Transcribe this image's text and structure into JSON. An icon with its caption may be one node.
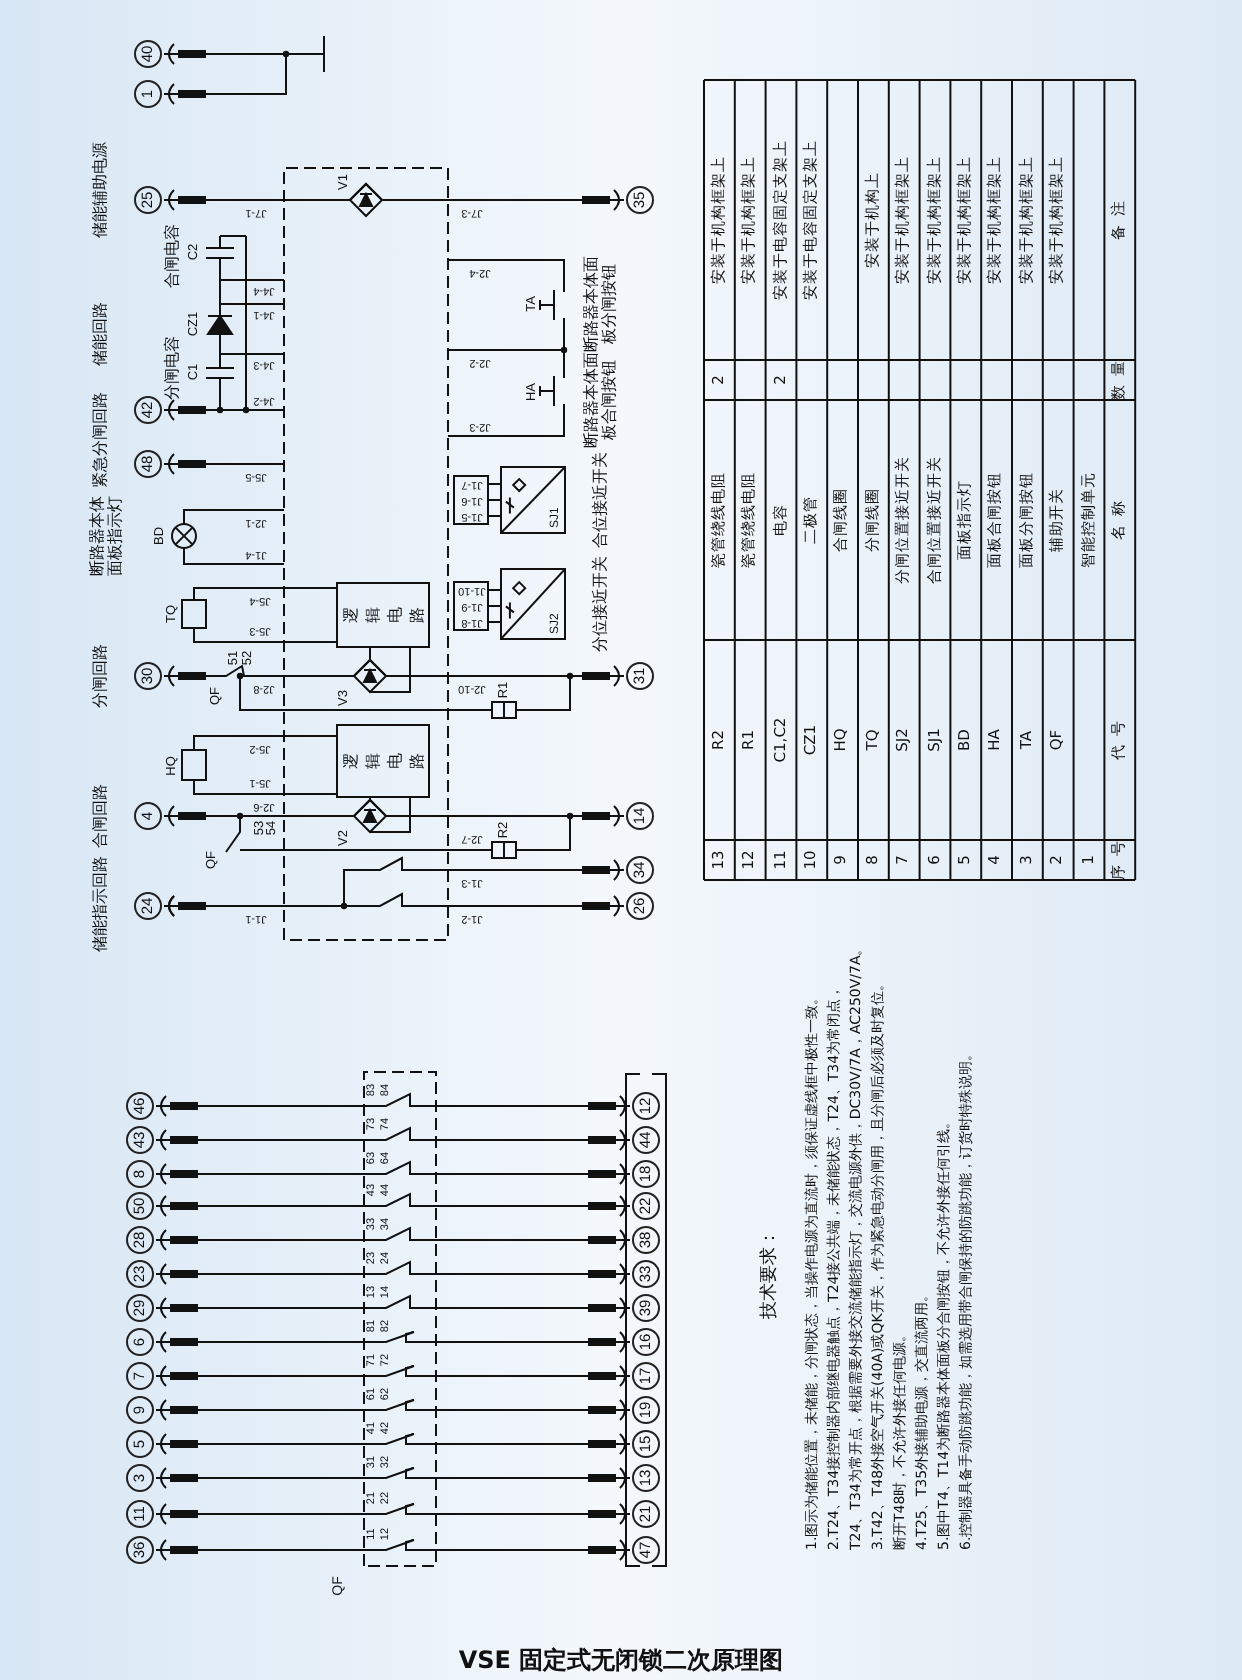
{
  "diagram": {
    "title": "VSE 固定式无闭锁二次原理图",
    "nodes": [
      {
        "text": [
          "40"
        ]
      },
      {
        "text": [
          "1"
        ]
      },
      {
        "text": [
          "25"
        ]
      },
      {
        "text": [
          "35"
        ]
      },
      {
        "text": [
          "42"
        ]
      },
      {
        "text": [
          "48"
        ]
      },
      {
        "text": [
          "SJ1"
        ]
      },
      {
        "text": [
          "逻辑电路"
        ]
      },
      {
        "text": [
          "SJ2"
        ]
      },
      {
        "text": [
          "30"
        ]
      },
      {
        "text": [
          "31"
        ]
      },
      {
        "text": [
          "逻辑电路"
        ]
      },
      {
        "text": [
          "4"
        ]
      },
      {
        "text": [
          "14"
        ]
      },
      {
        "text": [
          "34"
        ]
      },
      {
        "text": [
          "24"
        ]
      },
      {
        "text": [
          "26"
        ]
      },
      {
        "text": [
          "46"
        ]
      },
      {
        "text": [
          "12"
        ]
      },
      {
        "text": [
          "43"
        ]
      },
      {
        "text": [
          "44"
        ]
      },
      {
        "text": [
          "8"
        ]
      },
      {
        "text": [
          "18"
        ]
      },
      {
        "text": [
          "50"
        ]
      },
      {
        "text": [
          "22"
        ]
      },
      {
        "text": [
          "28"
        ]
      },
      {
        "text": [
          "38"
        ]
      },
      {
        "text": [
          "23"
        ]
      },
      {
        "text": [
          "33"
        ]
      },
      {
        "text": [
          "29"
        ]
      },
      {
        "text": [
          "39"
        ]
      },
      {
        "text": [
          "6"
        ]
      },
      {
        "text": [
          "16"
        ]
      },
      {
        "text": [
          "7"
        ]
      },
      {
        "text": [
          "17"
        ]
      },
      {
        "text": [
          "9"
        ]
      },
      {
        "text": [
          "19"
        ]
      },
      {
        "text": [
          "5"
        ]
      },
      {
        "text": [
          "15"
        ]
      },
      {
        "text": [
          "3"
        ]
      },
      {
        "text": [
          "13"
        ]
      },
      {
        "text": [
          "11"
        ]
      },
      {
        "text": [
          "21"
        ]
      },
      {
        "text": [
          "36"
        ]
      },
      {
        "text": [
          "47"
        ]
      }
    ],
    "edges": [
      {
        "from": 0,
        "to": 1,
        "arrow": "none"
      },
      {
        "from": 2,
        "to": 3,
        "arrow": "none"
      },
      {
        "from": 9,
        "to": 10,
        "arrow": "none"
      },
      {
        "from": 12,
        "to": 13,
        "arrow": "none"
      },
      {
        "from": 15,
        "to": 14,
        "arrow": "none"
      },
      {
        "from": 15,
        "to": 16,
        "arrow": "none"
      },
      {
        "from": 17,
        "to": 18,
        "arrow": "none"
      },
      {
        "from": 19,
        "to": 20,
        "arrow": "none"
      },
      {
        "from": 21,
        "to": 22,
        "arrow": "none"
      },
      {
        "from": 23,
        "to": 24,
        "arrow": "none"
      },
      {
        "from": 25,
        "to": 26,
        "arrow": "none"
      },
      {
        "from": 27,
        "to": 28,
        "arrow": "none"
      },
      {
        "from": 29,
        "to": 30,
        "arrow": "none"
      },
      {
        "from": 31,
        "to": 32,
        "arrow": "none"
      },
      {
        "from": 33,
        "to": 34,
        "arrow": "none"
      },
      {
        "from": 35,
        "to": 36,
        "arrow": "none"
      },
      {
        "from": 37,
        "to": 38,
        "arrow": "none"
      },
      {
        "from": 39,
        "to": 40,
        "arrow": "none"
      },
      {
        "from": 41,
        "to": 42,
        "arrow": "none"
      },
      {
        "from": 43,
        "to": 44,
        "arrow": "none"
      }
    ],
    "labels": [
      "储能辅助电源",
      "储能回路",
      "紧急分闸回路",
      "断路器本体面板指示灯",
      "分闸回路",
      "合闸回路",
      "储能指示回路",
      "合闸电容",
      "分闸电容",
      "断路器本体面板分闸按钮",
      "断路器本体面板合闸按钮",
      "合位接近开关",
      "分位接近开关",
      "V1",
      "C2",
      "CZ1",
      "C1",
      "TA",
      "HA",
      "BD",
      "TQ",
      "HQ",
      "V3",
      "V2",
      "R1",
      "R2",
      "QF",
      "51",
      "52",
      "QF",
      "53",
      "54",
      "J7-1",
      "J7-3",
      "J4-4",
      "J4-1",
      "J4-3",
      "J4-2",
      "J2-4",
      "J2-2",
      "J2-3",
      "J5-5",
      "J2-1",
      "J1-4",
      "J1-7",
      "J1-6",
      "J1-5",
      "J5-4",
      "J5-3",
      "J1-10",
      "J1-9",
      "J1-8",
      "J2-8",
      "J2-10",
      "J5-2",
      "J5-1",
      "J2-6",
      "J2-7",
      "J1-3",
      "J1-1",
      "J1-2",
      "QF",
      "83",
      "84",
      "73",
      "74",
      "63",
      "64",
      "43",
      "44",
      "33",
      "34",
      "23",
      "24",
      "13",
      "14",
      "81",
      "82",
      "71",
      "72",
      "61",
      "62",
      "41",
      "42",
      "31",
      "32",
      "21",
      "22",
      "11",
      "12",
      "技术要求：",
      "1.图示为储能位置，未储能，分闸状态，当操作电源为直流时，须保证虚线框中极性一致。",
      "2.T24、T34接控制器内部继电器触点，T24接公共端，未储能状态，T24、T34为常闭点，",
      "T24、T34为常开点，根据需要外接交流储能指示灯，交流电源外供，DC30V/7A，AC250V/7A。",
      "3.T42、T48外接空气开关(40A)或QK开关，作为紧急电动分闸用，且分闸后必须及时复位。",
      "断开T48时，不允许外接任何电源。",
      "4.T25、T35外接辅助电源，交直流两用。",
      "5.图中T4、T14为断路器本体面板分合闸按钮，不允许外接任何引线。",
      "6.控制器具备手动防跳功能，如需选用带合闸保持的防跳功能，订货时特殊说明。",
      "13",
      "R2",
      "瓷管绕线电阻",
      "2",
      "安装于机构框架上",
      "12",
      "R1",
      "瓷管绕线电阻",
      "安装于机构框架上",
      "11",
      "C1,C2",
      "电容",
      "2",
      "安装于电容固定支架上",
      "10",
      "CZ1",
      "二极管",
      "安装于电容固定支架上",
      "9",
      "HQ",
      "合闸线圈",
      "8",
      "TQ",
      "分闸线圈",
      "安装于机构上",
      "7",
      "SJ2",
      "分闸位置接近开关",
      "安装于机构框架上",
      "6",
      "SJ1",
      "合闸位置接近开关",
      "安装于机构框架上",
      "5",
      "BD",
      "面板指示灯",
      "安装于机构框架上",
      "4",
      "HA",
      "面板合闸按钮",
      "安装于机构框架上",
      "3",
      "TA",
      "面板分闸按钮",
      "安装于机构框架上",
      "2",
      "QF",
      "辅助开关",
      "安装于机构框架上",
      "1",
      "智能控制单元",
      "序号",
      "代号",
      "名称",
      "数量",
      "备注"
    ]
  }
}
